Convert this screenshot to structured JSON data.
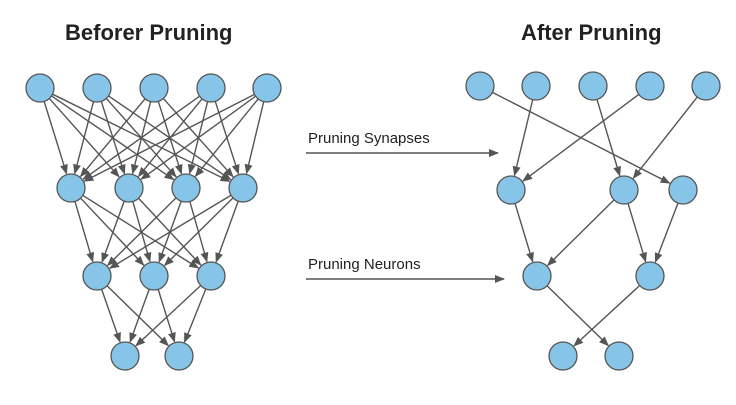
{
  "titles": {
    "before": "Beforer Pruning",
    "after": "After Pruning"
  },
  "labels": {
    "synapses": "Pruning Synapses",
    "neurons": "Pruning Neurons"
  },
  "colors": {
    "node_fill": "#86C5E8",
    "node_stroke": "#555555",
    "edge": "#555555",
    "background": "#ffffff"
  },
  "networks": {
    "before": {
      "layers": [
        5,
        4,
        3,
        2
      ],
      "connections": "fully-connected between adjacent layers"
    },
    "after": {
      "layers": [
        5,
        3,
        2,
        2
      ],
      "edges": [
        [
          "L0N0",
          "L1N2"
        ],
        [
          "L0N1",
          "L1N0"
        ],
        [
          "L0N2",
          "L1N1"
        ],
        [
          "L0N3",
          "L1N0"
        ],
        [
          "L0N4",
          "L1N1"
        ],
        [
          "L1N0",
          "L2N0"
        ],
        [
          "L1N1",
          "L2N0"
        ],
        [
          "L1N1",
          "L2N1"
        ],
        [
          "L1N2",
          "L2N1"
        ],
        [
          "L2N0",
          "L3N1"
        ],
        [
          "L2N1",
          "L3N0"
        ]
      ]
    }
  }
}
